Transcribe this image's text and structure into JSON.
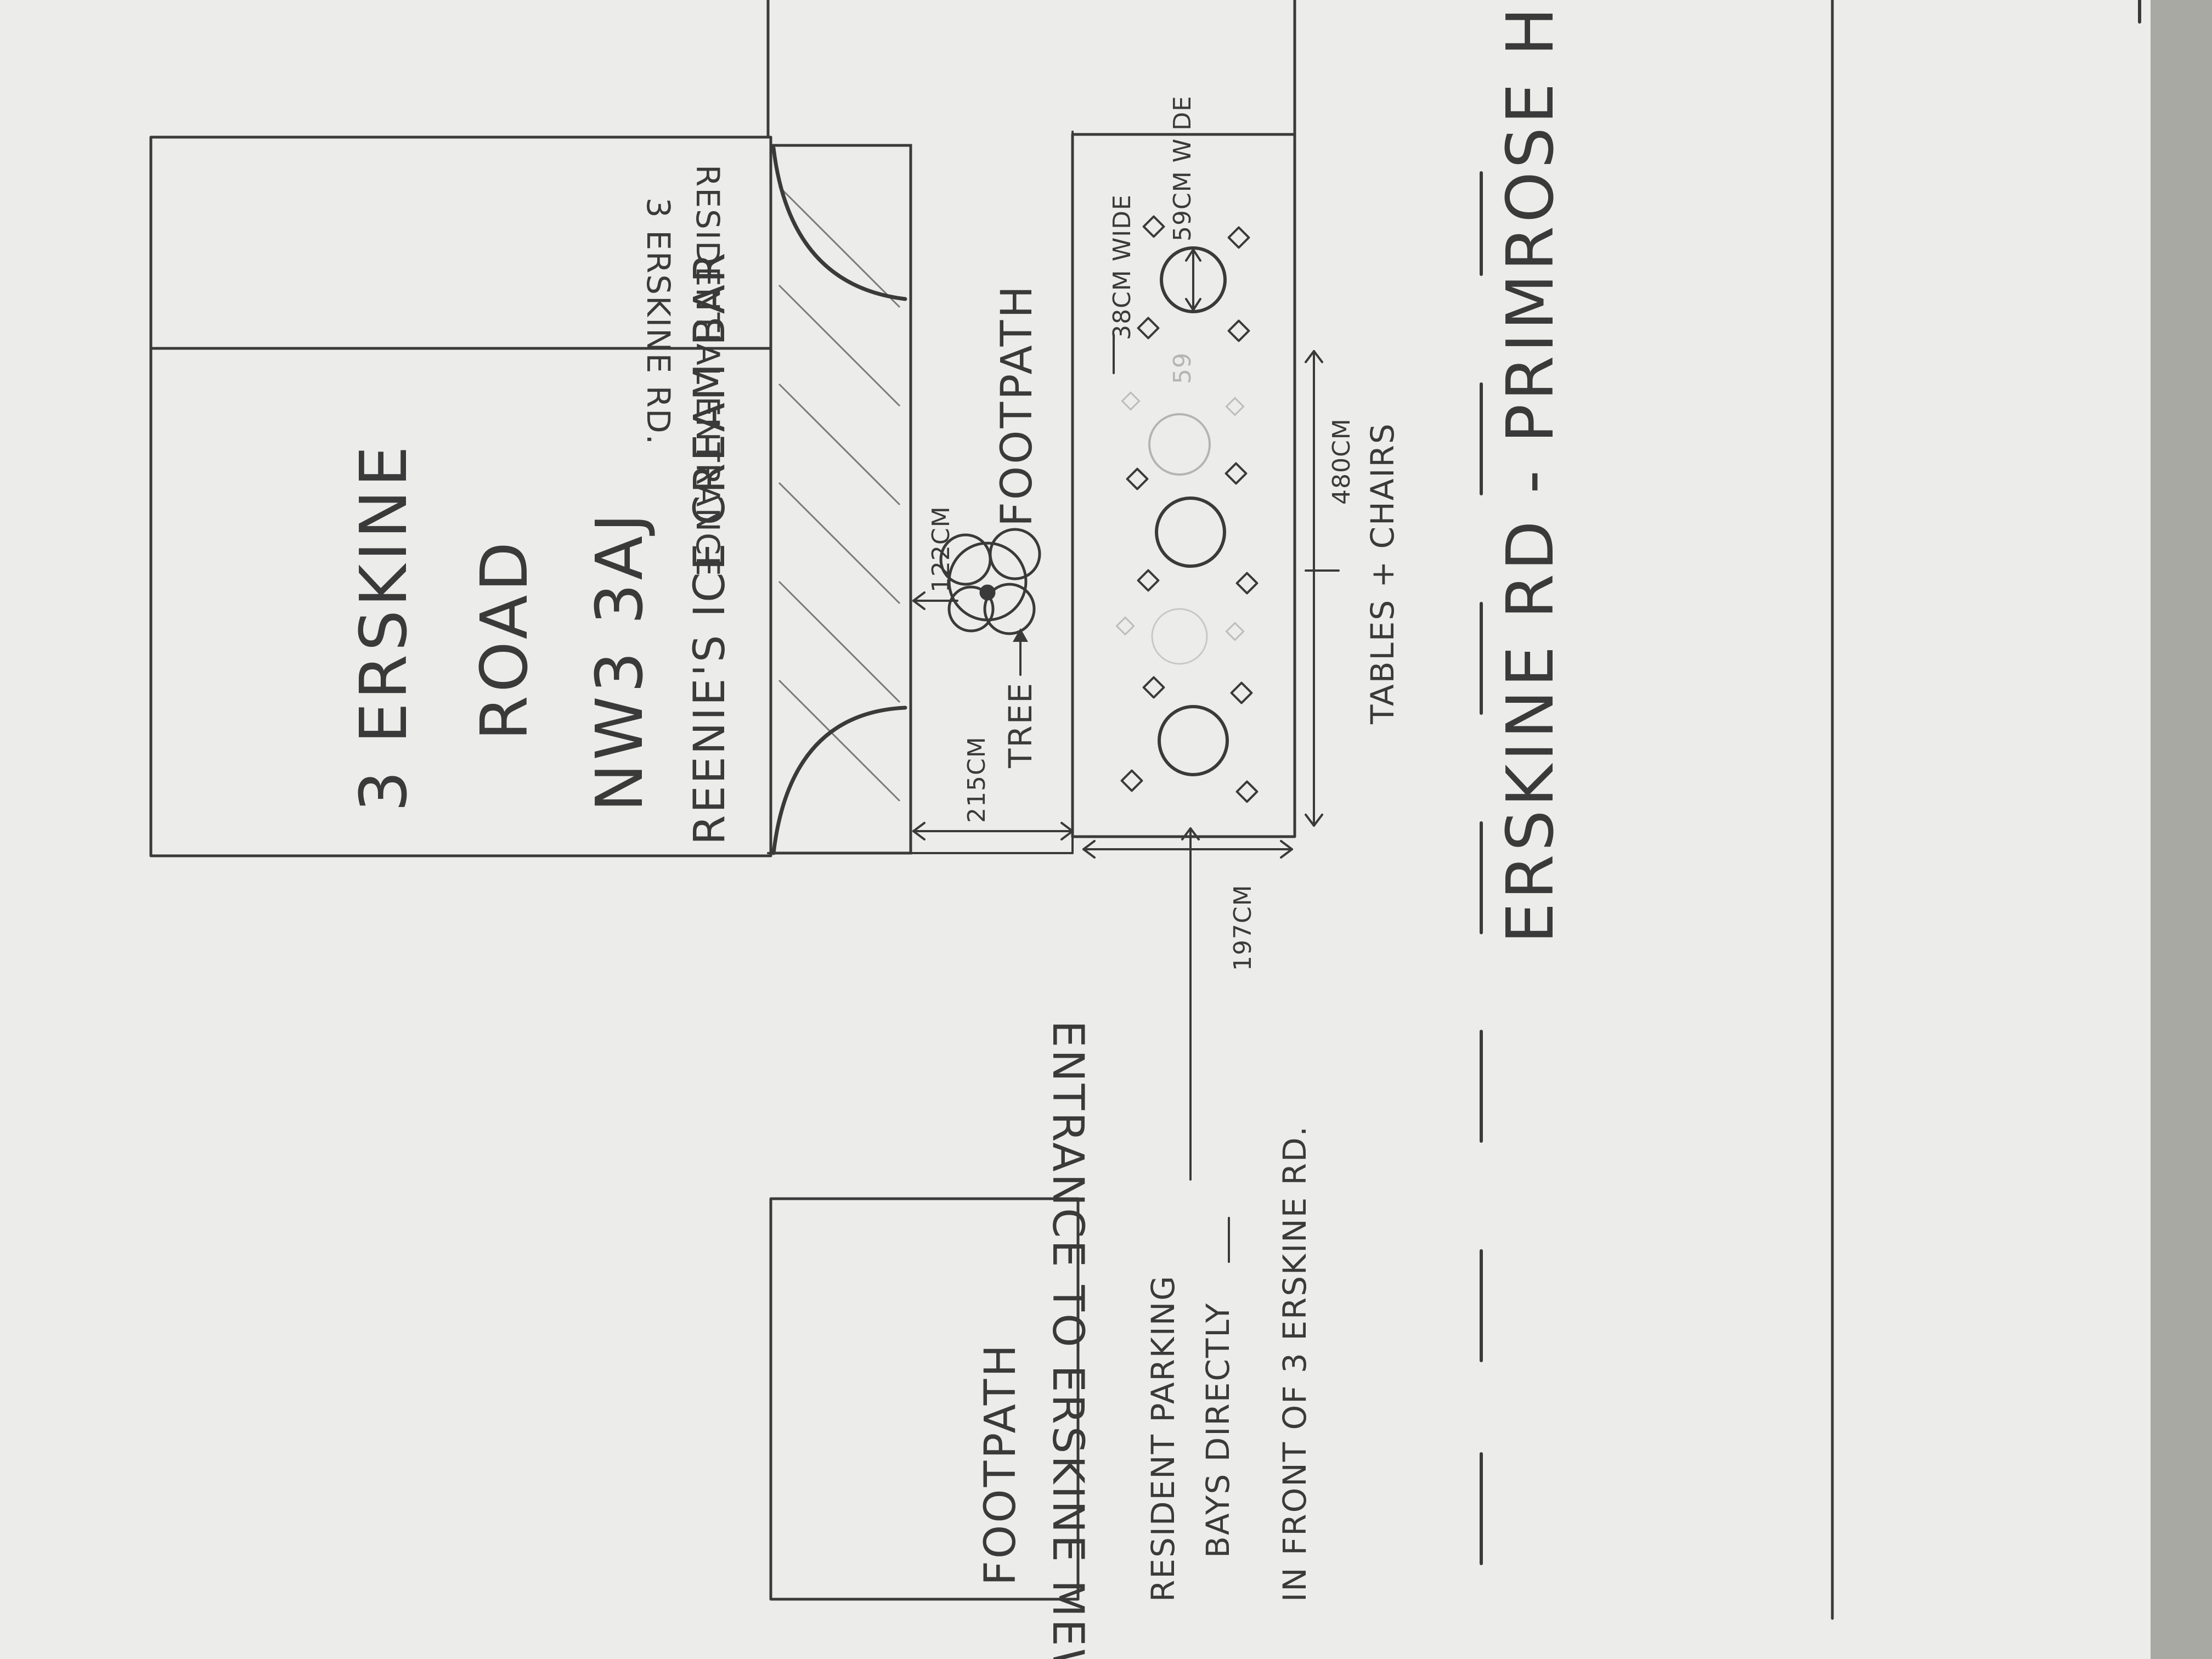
{
  "colors": {
    "paper": "#ececea",
    "background": "#b9b9b4",
    "pencil": "#3a3a3a",
    "faint_pencil": "#b4b4b2"
  },
  "labels": {
    "address_line1": "3 ERSKINE",
    "address_line2": "ROAD",
    "address_line3": "NW3 3AJ",
    "shop_name": "REENIE'S ICE CREAM BAR",
    "residential_entrance_line1": "RESIDENTIAL ENTRANCE",
    "residential_entrance_line2": "3 ERSKINE RD.",
    "mews_entrance": "ENTRANCE TO ERSKINE MEWS",
    "footpath_upper": "FOOTPATH",
    "footpath_lower": "FOOTPATH",
    "tree": "TREE",
    "tables_chairs": "TABLES + CHAIRS",
    "parking_line1": "RESIDENT PARKING",
    "parking_line2": "BAYS DIRECTLY",
    "parking_line3": "IN FRONT OF 3 ERSKINE RD.",
    "street": "ERSKINE RD - PRIMROSE HILL"
  },
  "dimensions": {
    "tree_offset": "122CM",
    "footpath_width": "215CM",
    "seating_depth": "197CM",
    "seating_length": "480CM",
    "chair_width": "38CM WIDE",
    "table_width": "59CM WIDE",
    "faint_table_width": "59"
  }
}
